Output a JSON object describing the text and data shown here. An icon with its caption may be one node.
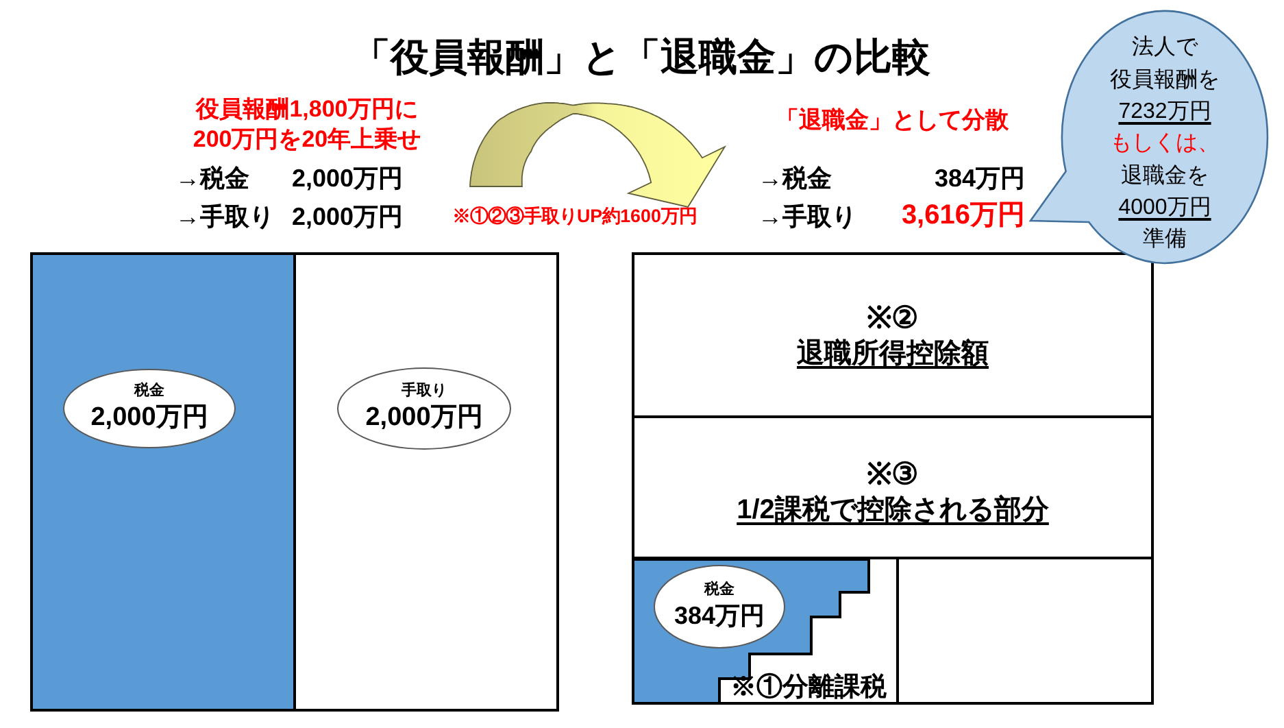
{
  "diagram": {
    "title": "「役員報酬」と「退職金」の比較",
    "nodes": [
      {
        "text": [
          "役員報酬1,800万円に200万円を20年上乗せ",
          "→税金",
          "2,000万円",
          "→手取り",
          "2,000万円"
        ]
      },
      {
        "text": [
          "「退職金」として分散",
          "→税金",
          "384万円",
          "→手取り",
          "3,616万円"
        ]
      },
      {
        "text": [
          "法人で",
          "役員報酬を",
          "7232万円",
          "もしくは、",
          "退職金を",
          "4000万円",
          "準備"
        ]
      },
      {
        "text": [],
        "shape": "box"
      },
      {
        "text": [
          "税金",
          "2,000万円"
        ],
        "in": 3
      },
      {
        "text": [],
        "shape": "box"
      },
      {
        "text": [
          "手取り",
          "2,000万円"
        ],
        "in": 5
      },
      {
        "text": [
          "※②",
          "退職所得控除額"
        ]
      },
      {
        "text": [
          "※③",
          "1/2課税で控除される部分"
        ]
      },
      {
        "text": [
          "※①分離課税"
        ]
      },
      {
        "text": [
          "税金",
          "384万円"
        ],
        "in": 9
      },
      {
        "text": [],
        "shape": "box"
      }
    ],
    "edges": [
      {
        "from": 0,
        "to": 1,
        "arrow": "to"
      }
    ],
    "labels": [
      "※①②③手取りUP約1600万円"
    ]
  }
}
